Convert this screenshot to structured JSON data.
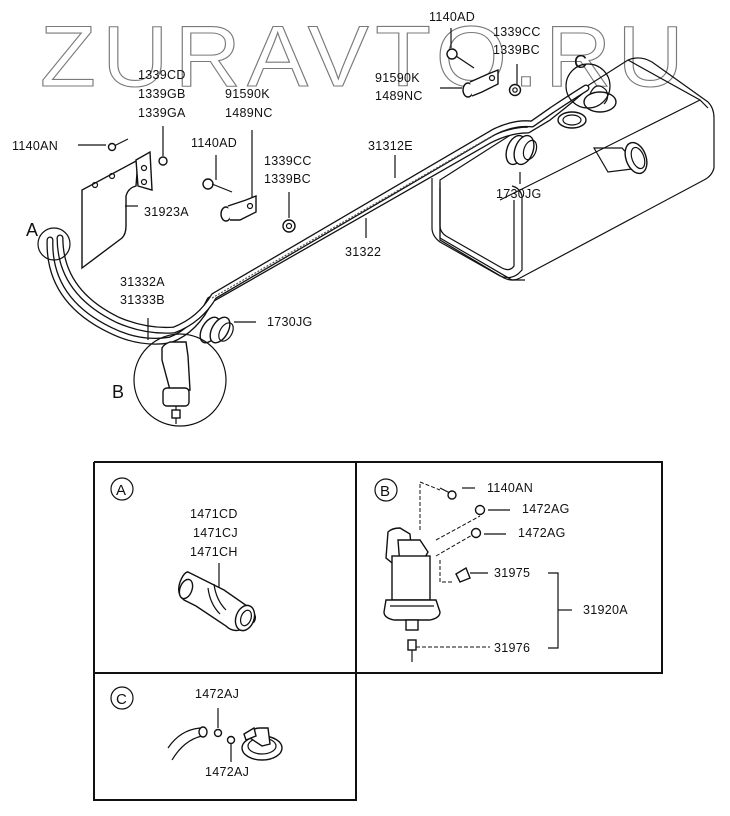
{
  "watermark": "ZURAVTO.RU",
  "main_view": {
    "callouts": {
      "a": "A",
      "b": "B",
      "c": "C"
    },
    "labels": {
      "bolt_left": "1140AN",
      "nut_group_1": "1339CD",
      "nut_group_2": "1339GB",
      "nut_group_3": "1339GA",
      "clamp_mid_1": "91590K",
      "clamp_mid_2": "1489NC",
      "bolt_mid": "1140AD",
      "nut_mid_1": "1339CC",
      "nut_mid_2": "1339BC",
      "bracket": "31923A",
      "pipe_upper": "31312E",
      "pipe_lower": "31322",
      "hose_1": "31332A",
      "hose_2": "31333B",
      "grommet_low": "1730JG",
      "grommet_tank": "1730JG",
      "bolt_top": "1140AD",
      "clamp_top_1": "91590K",
      "clamp_top_2": "1489NC",
      "nut_top_1": "1339CC",
      "nut_top_2": "1339BC"
    }
  },
  "detail_a": {
    "marker": "A",
    "labels": [
      "1471CD",
      "1471CJ",
      "1471CH"
    ]
  },
  "detail_b": {
    "marker": "B",
    "labels": {
      "bolt": "1140AN",
      "nut_1": "1472AG",
      "nut_2": "1472AG",
      "sensor_top": "31975",
      "sensor_bottom": "31976",
      "assembly": "31920A"
    }
  },
  "detail_c": {
    "marker": "C",
    "labels": {
      "top": "1472AJ",
      "bottom": "1472AJ"
    }
  }
}
